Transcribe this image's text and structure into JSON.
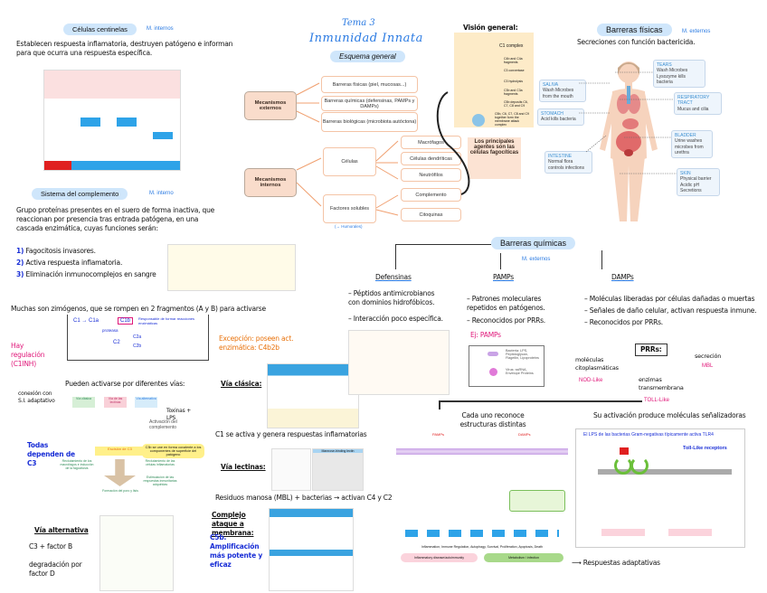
{
  "title": {
    "topic": "Tema 3",
    "main": "Inmunidad Innata",
    "subtitle": "Esquema general"
  },
  "scheme": {
    "external": {
      "label": "Mecanismos externos",
      "items": [
        "Barreras físicas (piel, mucosas...)",
        "Barreras químicas (defensinas, PAMPs y DAMPs)",
        "Barreras biológicas (microbiota autóctona)"
      ]
    },
    "internal": {
      "label": "Mecanismos internos",
      "cells": {
        "label": "Células",
        "items": [
          "Macrófagos",
          "Células dendríticas",
          "Neutrófilos"
        ]
      },
      "soluble": {
        "label": "Factores solubles",
        "note": "(→ Humorales)",
        "items": [
          "Complemento",
          "Citoquinas"
        ]
      }
    },
    "phagocytes_note": "Los principales agentes son las células fagocíticas"
  },
  "sentinel_cells": {
    "title": "Células centinelas",
    "tag": "M. internos",
    "text": "Establecen respuesta inflamatoria, destruyen patógeno e informan para que ocurra una respuesta específica."
  },
  "complement_system": {
    "title": "Sistema del complemento",
    "tag": "M. interno",
    "text": "Grupo proteínas presentes en el suero de forma inactiva, que reaccionan por presencia tras entrada patógena, en una cascada enzimática, cuyas funciones serán:",
    "functions": [
      {
        "num": "1)",
        "text": "Fagocitosis invasores."
      },
      {
        "num": "2)",
        "text": "Activa respuesta inflamatoria."
      },
      {
        "num": "3)",
        "text": "Eliminación inmunocomplejos en sangre"
      }
    ],
    "zymogens": "Muchas son zimógenos, que se rompen en 2 fragmentos (A y B) para activarse",
    "cascade": {
      "c1": "C1 → C1a",
      "c1b": "C1b",
      "c1b_note": "Responsable de formar reacciones enzimáticas",
      "protease": "proteasa",
      "c2": "C2",
      "c2a": "C2a",
      "c2b": "C2b"
    },
    "regulation": "Hay regulación (C1INH)",
    "exception": "Excepción: poseen act. enzimática: C4b2b",
    "activation_intro": "Pueden activarse por diferentes vías:",
    "adaptive_link": "conexión con S.I. adaptativo",
    "toxins": "Toxinas + LPS",
    "all_depend": "Todas dependen de C3",
    "alternative": {
      "title": "Vía alternativa",
      "line1": "C3 + factor B",
      "line2": "degradación por factor D"
    }
  },
  "pathway_diagram": {
    "paths": [
      {
        "name": "Vía clásica",
        "sub": "unión de anticuerpos"
      },
      {
        "name": "Vía de las lectinas",
        "sub": "lectina de unión a manosa"
      },
      {
        "name": "Vía alternativa",
        "sub": "superficie del patógeno"
      }
    ],
    "activation": "Activación del complemento",
    "center": "Escisión de C3",
    "c3b_note": "C3b se une en forma covalente a los componentes de superficie del patógeno",
    "outcomes": [
      "Reclutamiento de los macrófagos e inducción de la fagocitosis",
      "Reclutamiento de las células inflamatorias",
      "Estimulación de las respuestas inmunitarias adquiridas",
      "Formación del poro y lisis"
    ]
  },
  "pathways": {
    "classic": {
      "title": "Vía clásica:",
      "note": "C1 se activa y genera respuestas inflamatorias"
    },
    "lectin": {
      "title": "Vía lectinas:",
      "image_title": "Mannose-binding lectin",
      "note": "Residuos manosa (MBL) + bacterias → activan C4 y C2"
    },
    "attack": {
      "title": "Complejo ataque a membrana:",
      "note": "C5b. Amplificación más potente y eficaz"
    }
  },
  "general_route": {
    "title": "Visión general:",
    "labels": [
      "C1 complex",
      "C4b and C4a fragments",
      "C3 convertase",
      "C3 hydrolysis",
      "C3b and C3a fragments",
      "C5b deposits C6, C7, C8 and C9",
      "C5b, C6, C7, C8 and C9 together form the membrane attack complex"
    ]
  },
  "physical_barriers": {
    "title": "Barreras físicas",
    "tag": "M. externos",
    "subtitle": "Secreciones con función bactericida.",
    "labels": [
      {
        "name": "TEARS",
        "text": "Wash Microbes Lysozyme kills bacteria"
      },
      {
        "name": "SALIVA",
        "text": "Wash Microbes from the mouth"
      },
      {
        "name": "RESPIRATORY TRACT",
        "text": "Mucus and cilia"
      },
      {
        "name": "STOMACH",
        "text": "Acid kills bacteria"
      },
      {
        "name": "BLADDER",
        "text": "Urine washes microbes from urethra"
      },
      {
        "name": "INTESTINE",
        "text": "Normal flora controls infections"
      },
      {
        "name": "SKIN",
        "text": "Physical barrier Acidic pH Secretions"
      }
    ]
  },
  "chemical_barriers": {
    "title": "Barreras químicas",
    "tag": "M. externos",
    "defensins": {
      "title": "Defensinas",
      "points": [
        "Péptidos antimicrobianos con dominios hidrofóbicos.",
        "Interacción poco específica."
      ]
    },
    "pamps": {
      "title": "PAMPs",
      "points": [
        "Patrones moleculares repetidos en patógenos.",
        "Reconocidos por PRRs."
      ],
      "prrs_word": "PRRs",
      "example_label": "Ej: PAMPs",
      "example_items": [
        "Bacteria: LPS, Peptidoglycan, Flagellin, Lipoproteins",
        "Virus: ssRNA, Envelope Proteins"
      ]
    },
    "damps": {
      "title": "DAMPs",
      "points": [
        "Moléculas liberadas por células dañadas o muertas",
        "Señales de daño celular, activan respuesta inmune.",
        "Reconocidos por PRRs."
      ],
      "prrs_box": "PRRs:",
      "branches": [
        {
          "label": "moléculas citoplasmáticas",
          "tag": "NOD-Like"
        },
        {
          "label": "enzimas transmembrana",
          "tag": "TOLL-Like"
        },
        {
          "label": "secreción",
          "tag": "MBL"
        }
      ]
    },
    "structures_note": "Cada uno reconoce estructuras distintas",
    "activation_note": "Su activación produce moléculas señalizadoras",
    "tlr4_title": "El LPS de las bacterias Gram-negativas típicamente activa TLR4",
    "tlr4_note": "Toll-Like receptors",
    "signaling_labels": {
      "left": "PAMPs",
      "right": "DAMPs",
      "bottom_text": "Inflammation, Immune Regulation, Autophagy, Survival, Proliferation, Apoptosis, Death",
      "bar_left": "Inflammatory disease/autoimmunity",
      "bar_right": "Metabolism / infection"
    },
    "adaptive_response": "Respuestas adaptativas"
  }
}
